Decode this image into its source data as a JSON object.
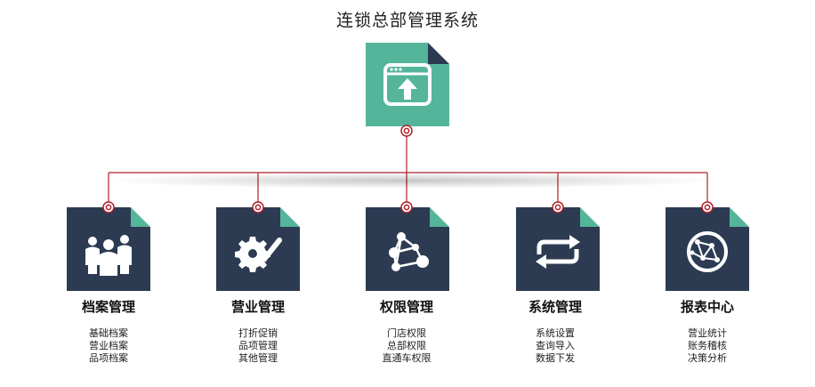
{
  "title": "连锁总部管理系统",
  "colors": {
    "teal": "#55b59b",
    "navy": "#2c3b52",
    "connector": "#b0202a"
  },
  "root": {
    "icon": "browser-upload-icon"
  },
  "modules": [
    {
      "id": "archives",
      "title": "档案管理",
      "icon": "people-group-icon",
      "items": [
        "基础档案",
        "营业档案",
        "品项档案"
      ]
    },
    {
      "id": "business",
      "title": "营业管理",
      "icon": "gear-check-icon",
      "items": [
        "打折促销",
        "品项管理",
        "其他管理"
      ]
    },
    {
      "id": "permissions",
      "title": "权限管理",
      "icon": "network-nodes-icon",
      "items": [
        "门店权限",
        "总部权限",
        "直通车权限"
      ]
    },
    {
      "id": "system",
      "title": "系统管理",
      "icon": "sync-arrows-icon",
      "items": [
        "系统设置",
        "查询导入",
        "数据下发"
      ]
    },
    {
      "id": "reports",
      "title": "报表中心",
      "icon": "globe-network-icon",
      "items": [
        "营业统计",
        "账务稽核",
        "决策分析"
      ]
    }
  ]
}
